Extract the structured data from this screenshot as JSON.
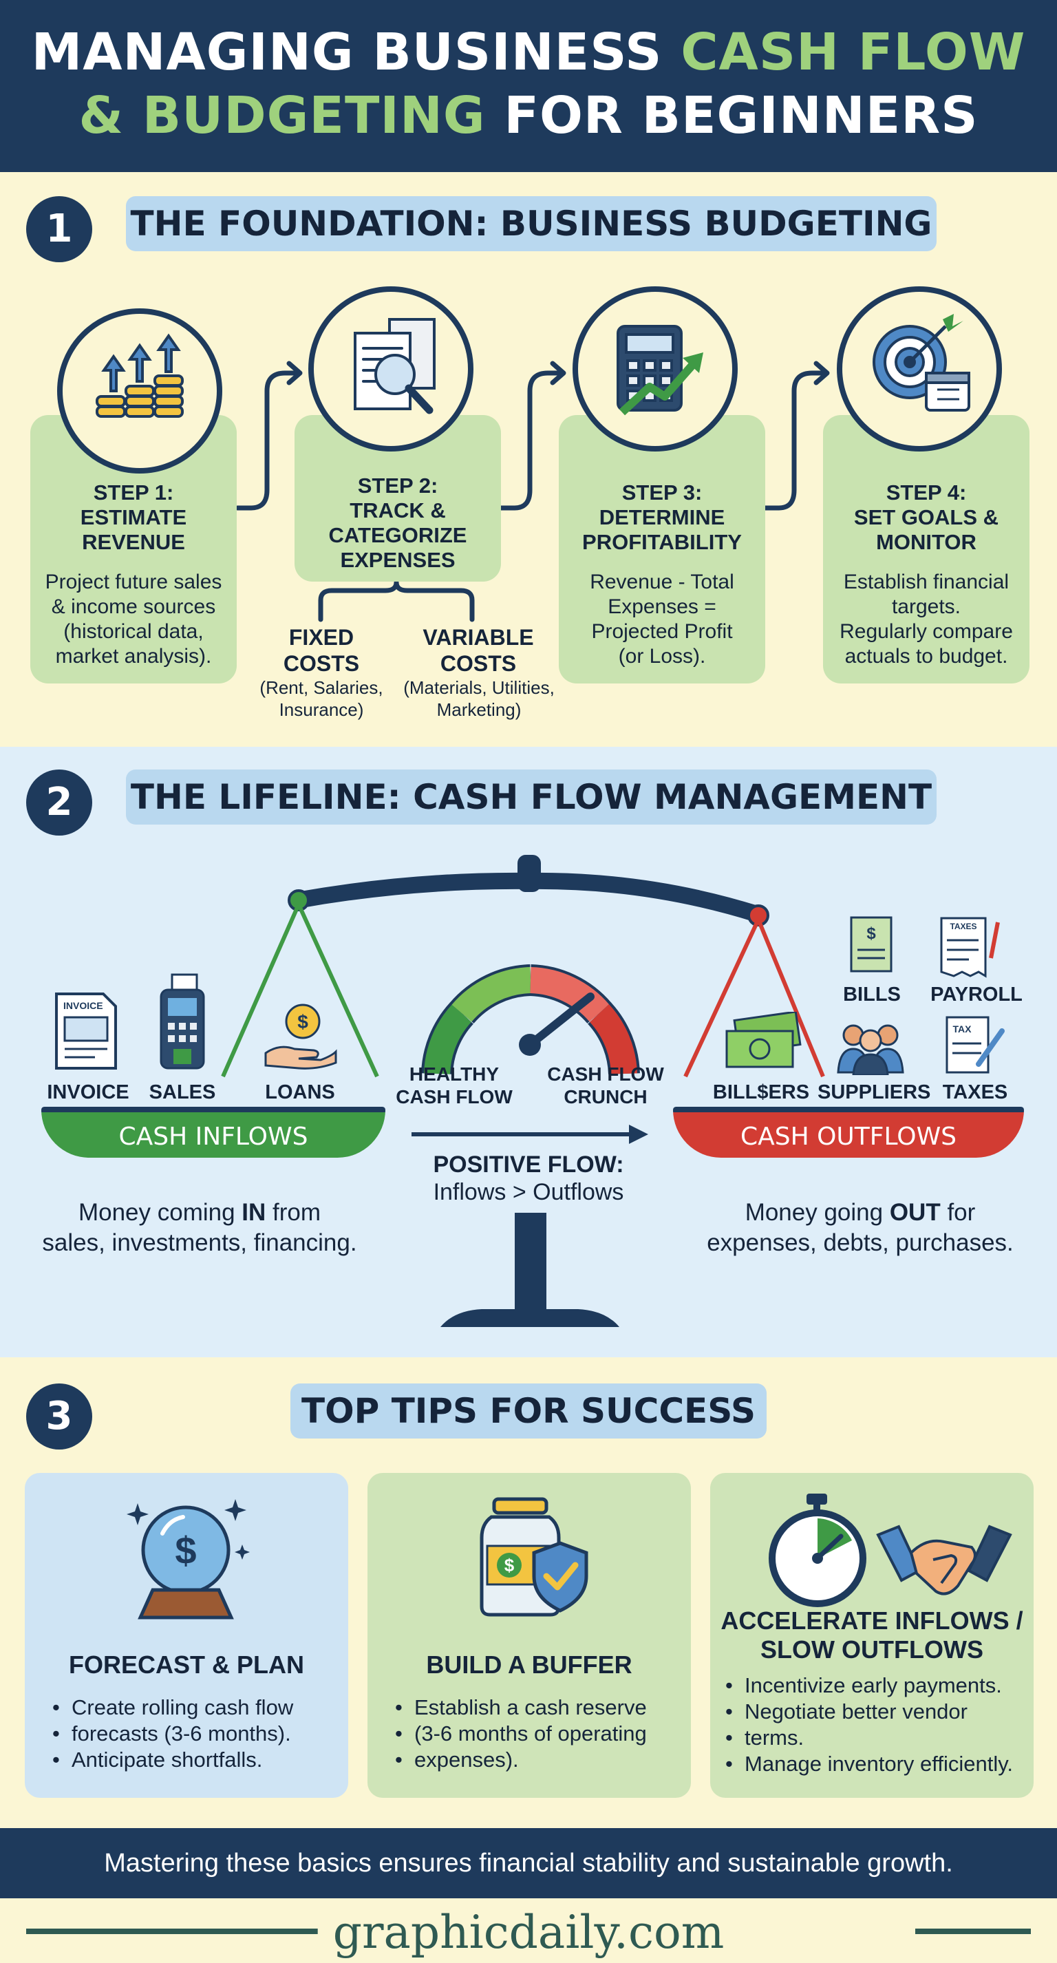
{
  "header": {
    "line1_a": "MANAGING BUSINESS ",
    "line1_b": "CASH FLOW",
    "line2_a": "& BUDGETING",
    "line2_b": " FOR BEGINNERS"
  },
  "section1": {
    "number": "1",
    "title": "THE FOUNDATION: BUSINESS BUDGETING",
    "steps": [
      {
        "icon": "coins-growth-icon",
        "title_1": "STEP 1:",
        "title_2": "ESTIMATE",
        "title_3": "REVENUE",
        "desc_1": "Project future sales",
        "desc_2": "& income sources",
        "desc_3": "(historical data,",
        "desc_4": "market analysis)."
      },
      {
        "icon": "receipts-magnifier-icon",
        "title_1": "STEP 2:",
        "title_2": "TRACK &",
        "title_3": "CATEGORIZE",
        "title_4": "EXPENSES"
      },
      {
        "icon": "calculator-chart-icon",
        "title_1": "STEP 3:",
        "title_2": "DETERMINE",
        "title_3": "PROFITABILITY",
        "desc_1": "Revenue - Total",
        "desc_2": "Expenses =",
        "desc_3": "Projected Profit",
        "desc_4": "(or Loss)."
      },
      {
        "icon": "target-calendar-icon",
        "title_1": "STEP 4:",
        "title_2": "SET GOALS &",
        "title_3": "MONITOR",
        "desc_1": "Establish financial",
        "desc_2": "targets.",
        "desc_3": "Regularly compare",
        "desc_4": "actuals to budget."
      }
    ],
    "fixed_costs": {
      "title_1": "FIXED",
      "title_2": "COSTS",
      "desc_1": "(Rent, Salaries,",
      "desc_2": "Insurance)"
    },
    "variable_costs": {
      "title_1": "VARIABLE",
      "title_2": "COSTS",
      "desc_1": "(Materials, Utilities,",
      "desc_2": "Marketing)"
    }
  },
  "section2": {
    "number": "2",
    "title": "THE LIFELINE: CASH FLOW MANAGEMENT",
    "inflow_icons": [
      {
        "icon": "invoice-icon",
        "label": "INVOICE",
        "badge": "INVOICE"
      },
      {
        "icon": "card-terminal-icon",
        "label": "SALES"
      },
      {
        "icon": "hand-coin-icon",
        "label": "LOANS",
        "badge": "$"
      }
    ],
    "outflow_icons": [
      {
        "icon": "bill-document-icon",
        "label": "BILLS",
        "badge": "$"
      },
      {
        "icon": "payroll-receipt-icon",
        "label": "PAYROLL",
        "badge": "TAXES"
      },
      {
        "icon": "cash-bills-icon",
        "label": "BILL$ERS"
      },
      {
        "icon": "people-group-icon",
        "label": "SUPPLIERS"
      },
      {
        "icon": "tax-form-icon",
        "label": "TAXES",
        "badge": "TAX"
      }
    ],
    "inflows_label": "CASH INFLOWS",
    "outflows_label": "CASH OUTFLOWS",
    "gauge_left_1": "HEALTHY",
    "gauge_left_2": "CASH FLOW",
    "gauge_right_1": "CASH FLOW",
    "gauge_right_2": "CRUNCH",
    "positive_flow": "POSITIVE FLOW:",
    "inflows_gt_outflows": "Inflows > Outflows",
    "inflows_desc_1a": "Money coming ",
    "inflows_desc_1b": "IN",
    "inflows_desc_1c": " from",
    "inflows_desc_2": "sales, investments, financing.",
    "outflows_desc_1a": "Money going ",
    "outflows_desc_1b": "OUT",
    "outflows_desc_1c": " for",
    "outflows_desc_2": "expenses, debts, purchases.",
    "colors": {
      "inflow": "#3f9a45",
      "outflow": "#d23c33",
      "navy": "#1e3a5c"
    }
  },
  "section3": {
    "number": "3",
    "title": "TOP TIPS FOR SUCCESS",
    "tips": [
      {
        "icon": "crystal-ball-icon",
        "badge": "$",
        "title_1": "FORECAST & PLAN",
        "items": [
          "Create rolling cash flow",
          "forecasts (3-6 months).",
          "Anticipate shortfalls."
        ]
      },
      {
        "icon": "jar-shield-icon",
        "badge": "$",
        "title_1": "BUILD A BUFFER",
        "items": [
          "Establish a cash reserve",
          "(3-6 months of operating",
          "expenses)."
        ]
      },
      {
        "icon": "stopwatch-handshake-icon",
        "title_1": "ACCELERATE INFLOWS /",
        "title_2": "SLOW OUTFLOWS",
        "items": [
          "Incentivize early payments.",
          "Negotiate better vendor",
          "terms.",
          "Manage inventory efficiently."
        ]
      }
    ]
  },
  "footer": {
    "text": "Mastering these basics ensures financial stability and sustainable growth.",
    "brand": "graphicdaily.com"
  }
}
